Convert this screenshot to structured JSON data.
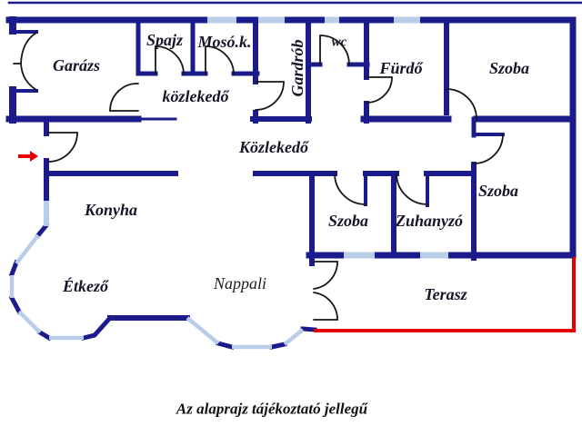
{
  "title": "floor-plan",
  "colors": {
    "wall": "#1b1b8c",
    "window": "#b9cde8",
    "door": "#161616",
    "red": "#e60000",
    "text": "#141428",
    "bg": "#ffffff"
  },
  "rooms": {
    "garaz": {
      "label": "Garázs"
    },
    "spajz": {
      "label": "Spajz"
    },
    "mosok": {
      "label": "Mosó.k."
    },
    "gardrob": {
      "label": "Gardrób"
    },
    "wc": {
      "label": "wc"
    },
    "furdo": {
      "label": "Fürdő"
    },
    "szoba_top": {
      "label": "Szoba"
    },
    "kozlekedo_1": {
      "label": "közlekedő"
    },
    "kozlekedo_2": {
      "label": "Közlekedő"
    },
    "konyha": {
      "label": "Konyha"
    },
    "szoba_mid": {
      "label": "Szoba"
    },
    "zuhanyzo": {
      "label": "Zuhanyzó"
    },
    "szoba_right": {
      "label": "Szoba"
    },
    "etkezo": {
      "label": "Étkező"
    },
    "nappali": {
      "label": "Nappali"
    },
    "terasz": {
      "label": "Terasz"
    }
  },
  "caption": "Az alaprajz tájékoztató jellegű",
  "icons": {
    "entrance_arrow": "red-right-arrow"
  }
}
